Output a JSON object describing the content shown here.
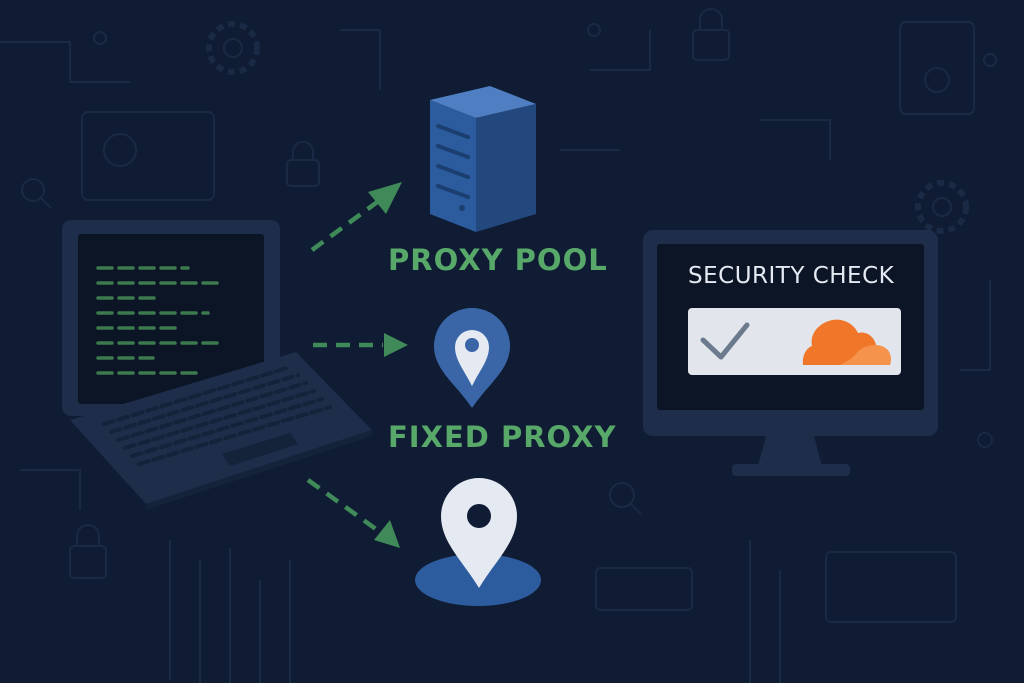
{
  "labels": {
    "proxy_pool": "PROXY POOL",
    "fixed_proxy": "FIXED PROXY",
    "security_check": "SECURITY CHECK"
  },
  "icons": {
    "client": "laptop-icon",
    "pool": "server-icon",
    "fixed": "location-pin-icon",
    "target": "map-pin-icon",
    "security": "monitor-icon",
    "verified": "checkmark-icon",
    "provider": "cloud-icon"
  },
  "colors": {
    "background": "#0f1c33",
    "background_pattern": "#1a2a45",
    "device_body": "#1d2d4a",
    "device_dark": "#14223a",
    "screen": "#0c1526",
    "code_lines": "#3d7a4e",
    "arrow": "#3f8a58",
    "label": "#57a869",
    "server_front": "#2d5c9e",
    "server_side": "#23487e",
    "server_top": "#4f7fc2",
    "pin_blue": "#3a66a8",
    "pin_white": "#e4e9f2",
    "security_title": "#e4e9f2",
    "check_panel": "#e2e6ec",
    "check_mark": "#6b7a8c",
    "cloud_orange": "#f0772a"
  }
}
